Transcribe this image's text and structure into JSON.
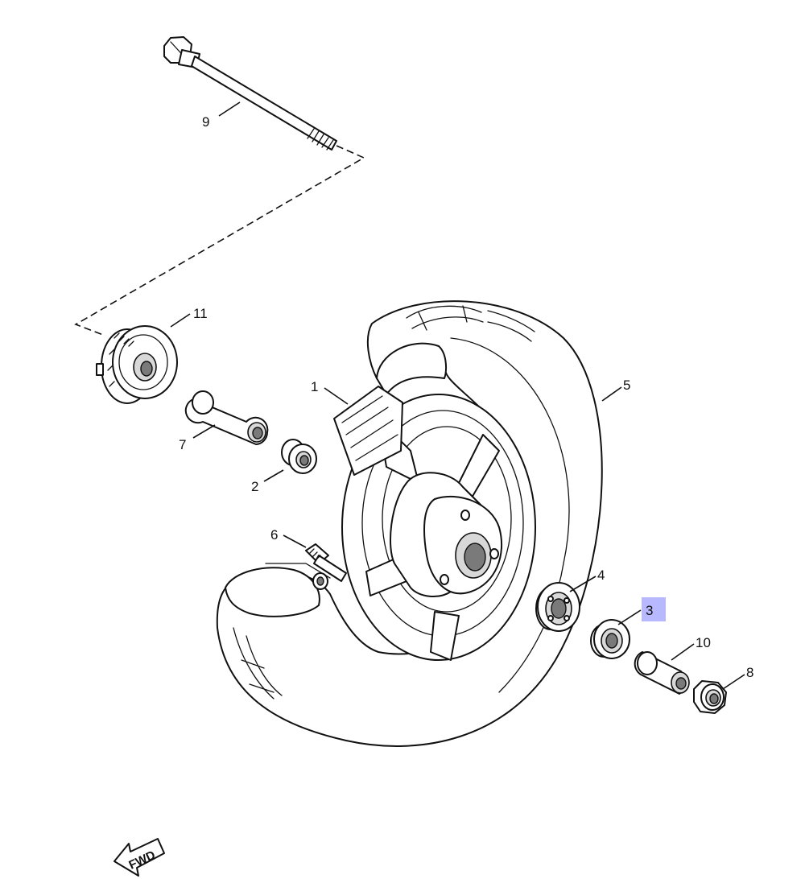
{
  "parts": [
    {
      "id": "1",
      "label": "1"
    },
    {
      "id": "2",
      "label": "2"
    },
    {
      "id": "3",
      "label": "3",
      "highlighted": true
    },
    {
      "id": "4",
      "label": "4"
    },
    {
      "id": "5",
      "label": "5"
    },
    {
      "id": "6",
      "label": "6"
    },
    {
      "id": "7",
      "label": "7"
    },
    {
      "id": "8",
      "label": "8"
    },
    {
      "id": "9",
      "label": "9"
    },
    {
      "id": "10",
      "label": "10"
    },
    {
      "id": "11",
      "label": "11"
    }
  ],
  "direction_marker": {
    "label": "FWD",
    "icon": "fwd-arrow-icon"
  },
  "colors": {
    "highlight": "#b8b8ff",
    "line": "#111111",
    "background": "#ffffff"
  }
}
